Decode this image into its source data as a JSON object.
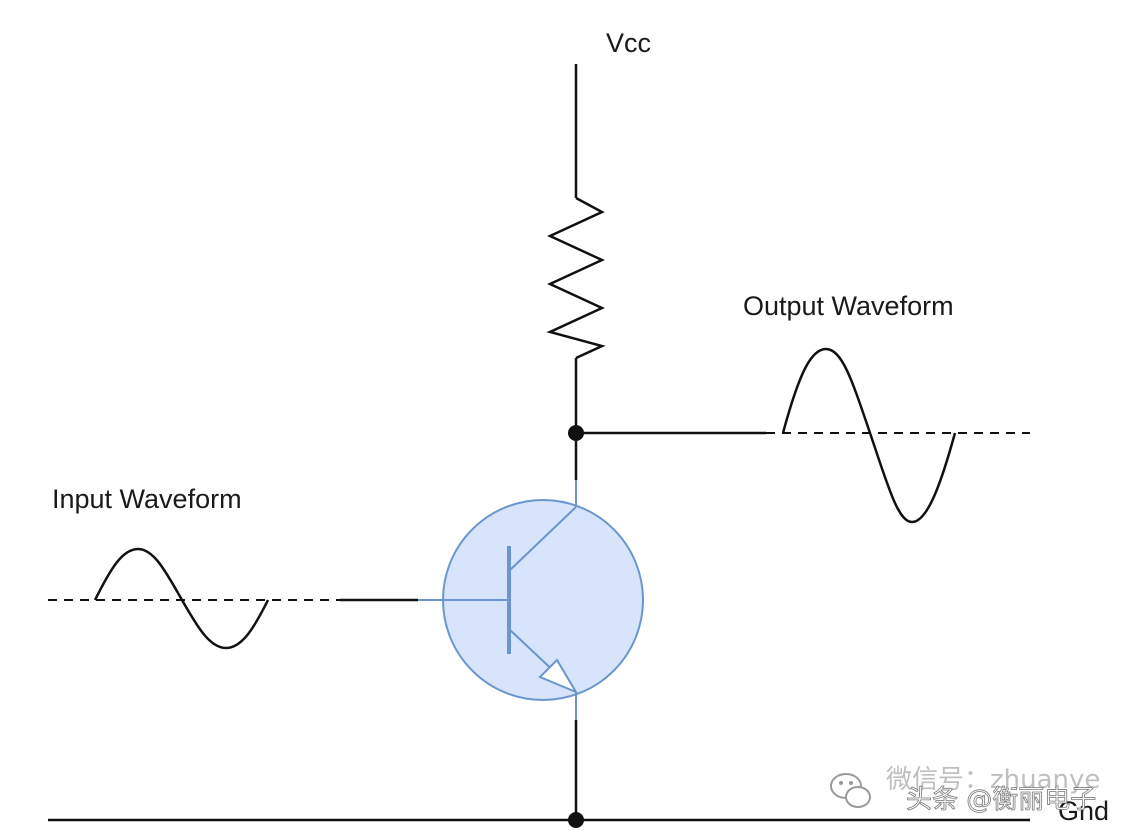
{
  "labels": {
    "vcc": "Vcc",
    "gnd": "Gnd",
    "input_waveform": "Input Waveform",
    "output_waveform": "Output Waveform"
  },
  "watermark": {
    "back_text": "微信号：zhuanye",
    "front_text": "头条 @衡丽电子"
  },
  "colors": {
    "wire": "#111111",
    "transistor_fill": "#d7e4fb",
    "transistor_stroke": "#6b95cf"
  }
}
